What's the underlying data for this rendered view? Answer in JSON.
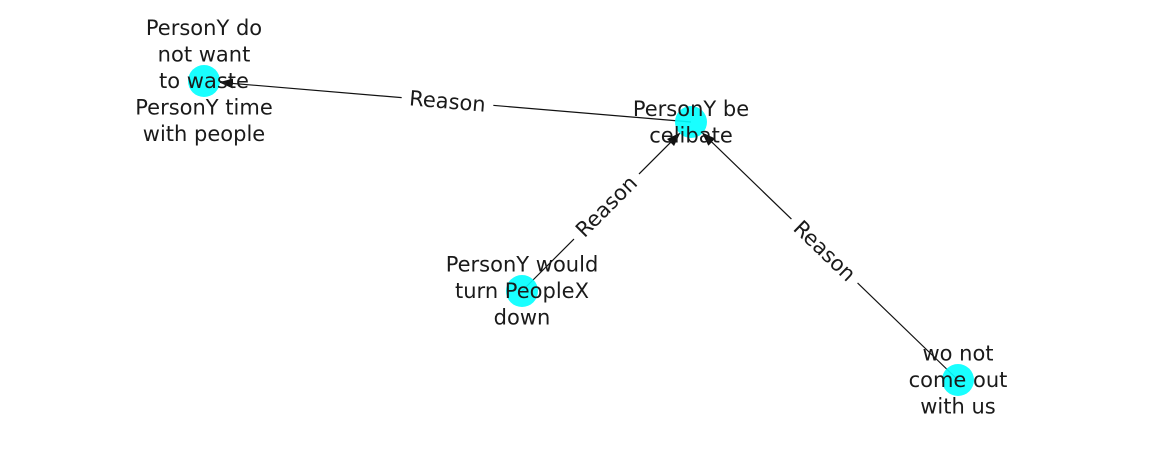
{
  "diagram": {
    "type": "directed-graph",
    "node_color": "#00ffff",
    "nodes": [
      {
        "id": "n1",
        "label_lines": [
          "PersonY do",
          "not want",
          "to waste",
          "PersonY time",
          "with people"
        ]
      },
      {
        "id": "n2",
        "label_lines": [
          "PersonY be",
          "celibate"
        ]
      },
      {
        "id": "n3",
        "label_lines": [
          "PersonY would",
          "turn PeopleX",
          "down"
        ]
      },
      {
        "id": "n4",
        "label_lines": [
          "wo not",
          "come out",
          "with us"
        ]
      }
    ],
    "edges": [
      {
        "from": "n2",
        "to": "n1",
        "label": "Reason"
      },
      {
        "from": "n3",
        "to": "n2",
        "label": "Reason"
      },
      {
        "from": "n4",
        "to": "n2",
        "label": "Reason"
      }
    ]
  }
}
